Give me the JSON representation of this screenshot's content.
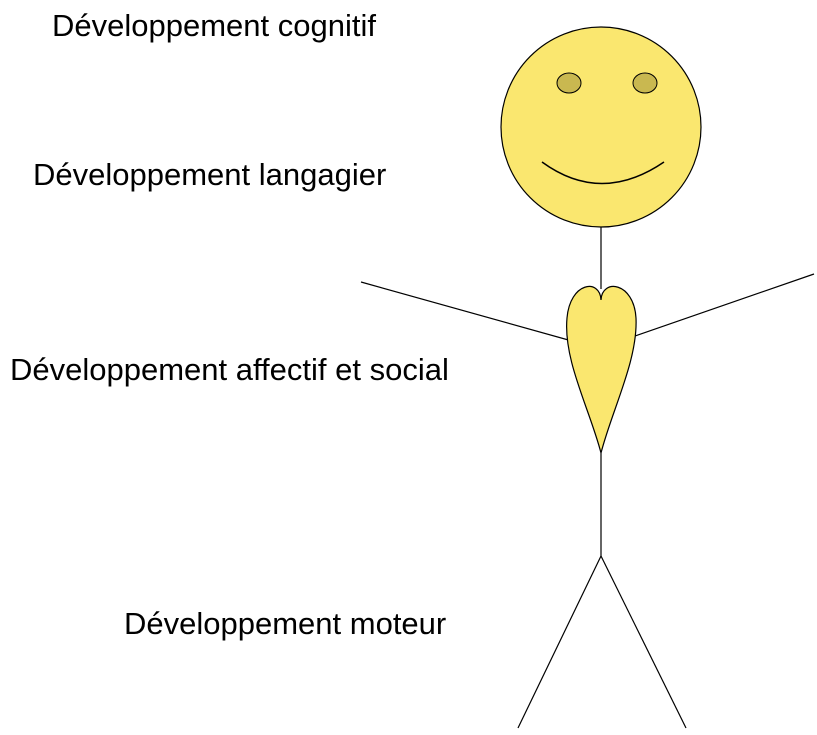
{
  "labels": {
    "cognitive": "Développement cognitif",
    "language": "Développement langagier",
    "affective_social": "Développement affectif et social",
    "motor": "Développement moteur"
  },
  "colors": {
    "head_fill": "#fae76f",
    "eye_fill": "#c9b850",
    "heart_fill": "#fae76f",
    "stroke": "#000000"
  }
}
